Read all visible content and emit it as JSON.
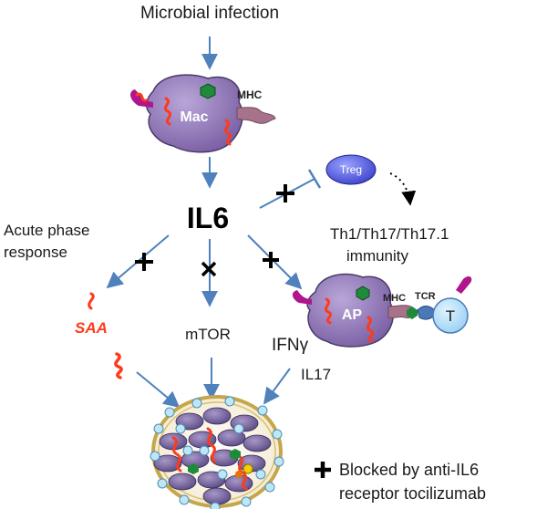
{
  "labels": {
    "trigger": "Microbial infection",
    "macrophage": "Mac",
    "mhc_top": "MHC",
    "cytokine": "IL6",
    "treg": "Treg",
    "immunity_line1": "Th1/Th17/Th17.1",
    "immunity_line2": "immunity",
    "acute_line1": "Acute phase",
    "acute_line2": "response",
    "saa": "SAA",
    "mtor": "mTOR",
    "apc": "AP",
    "mhc_bottom": "MHC",
    "tcr": "TCR",
    "tcell": "T",
    "ifng": "IFNγ",
    "il17": "IL17"
  },
  "legend": {
    "line1": "Blocked by anti-IL6",
    "line2": "receptor tocilizumab"
  },
  "colors": {
    "arrow": "#4f81bd",
    "cell_purple": "#8b6fb0",
    "mhc_mauve": "#a8738a",
    "receptor_magenta": "#b0158c",
    "red_squiggle": "#ff3a1a",
    "treg_blue": "#4a50d8",
    "granuloma_rim": "#c6a64b"
  }
}
